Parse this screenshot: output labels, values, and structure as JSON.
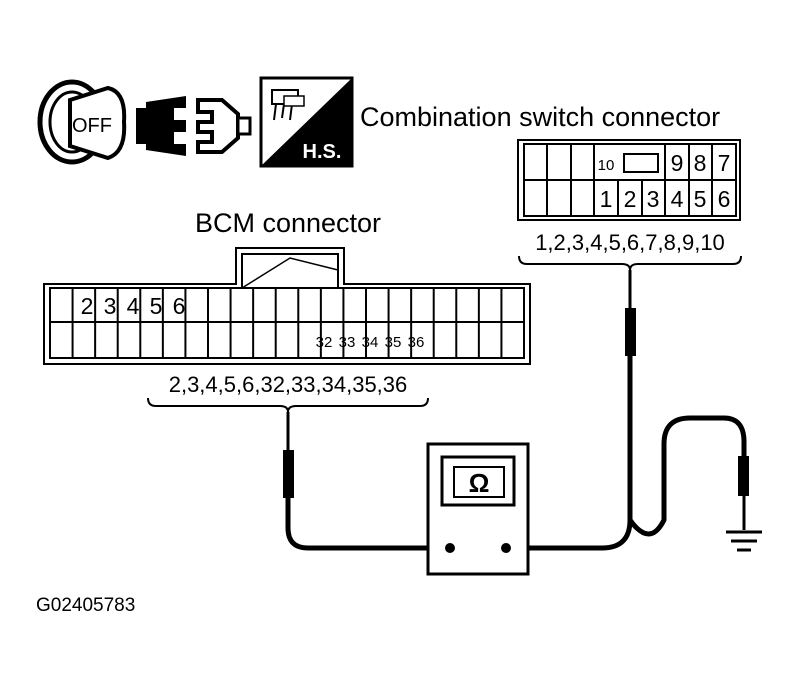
{
  "icons": {
    "ignition": {
      "name": "ignition-off-key-icon",
      "label": "OFF"
    },
    "disconnect": {
      "name": "connector-disconnect-icon"
    },
    "harness_side": {
      "name": "harness-side-icon",
      "label": "H.S."
    }
  },
  "combo_connector": {
    "title": "Combination switch connector",
    "top_row": [
      "10",
      "9",
      "8",
      "7"
    ],
    "bottom_row": [
      "1",
      "2",
      "3",
      "4",
      "5",
      "6"
    ],
    "pin_list": "1,2,3,4,5,6,7,8,9,10"
  },
  "bcm_connector": {
    "title": "BCM connector",
    "top_row": [
      "2",
      "3",
      "4",
      "5",
      "6"
    ],
    "bottom_row": [
      "32",
      "33",
      "34",
      "35",
      "36"
    ],
    "pin_list": "2,3,4,5,6,32,33,34,35,36"
  },
  "meter": {
    "name": "ohmmeter",
    "symbol": "Ω"
  },
  "ground": {
    "name": "ground-symbol"
  },
  "figure_id": "G02405783"
}
